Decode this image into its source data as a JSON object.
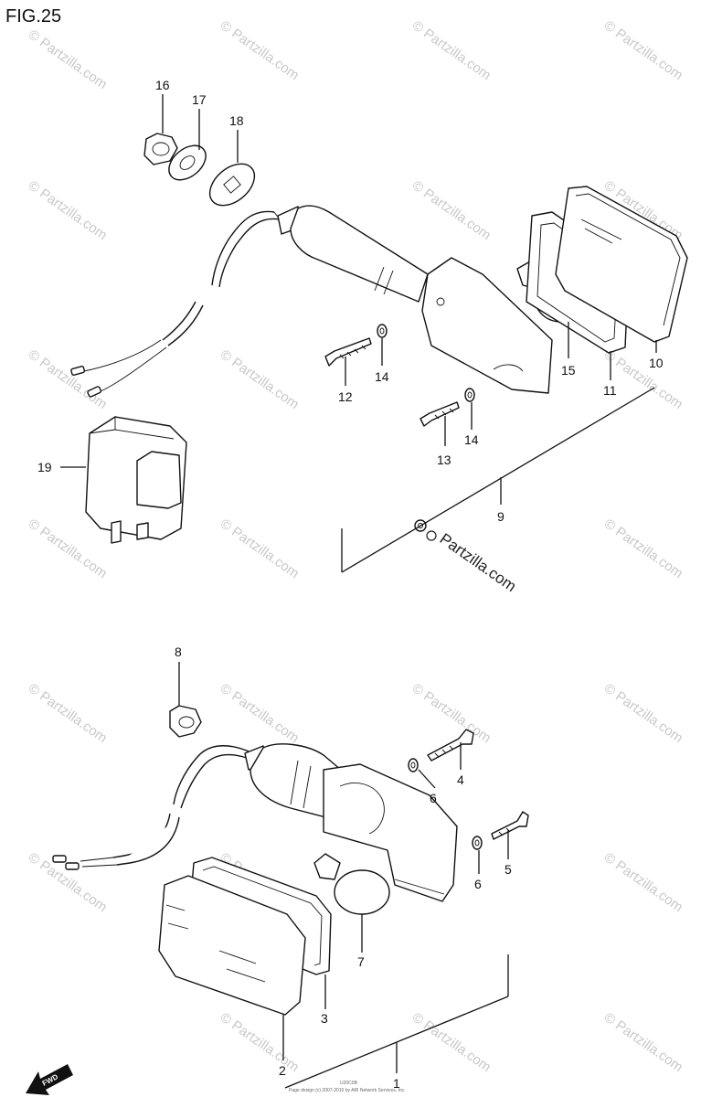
{
  "figure": {
    "title": "FIG.25"
  },
  "callouts": [
    {
      "id": "16",
      "label": "16"
    },
    {
      "id": "17",
      "label": "17"
    },
    {
      "id": "18",
      "label": "18"
    },
    {
      "id": "19",
      "label": "19"
    },
    {
      "id": "12",
      "label": "12"
    },
    {
      "id": "14a",
      "label": "14"
    },
    {
      "id": "15",
      "label": "15"
    },
    {
      "id": "11",
      "label": "11"
    },
    {
      "id": "10",
      "label": "10"
    },
    {
      "id": "13",
      "label": "13"
    },
    {
      "id": "14b",
      "label": "14"
    },
    {
      "id": "9",
      "label": "9"
    },
    {
      "id": "8",
      "label": "8"
    },
    {
      "id": "4",
      "label": "4"
    },
    {
      "id": "6a",
      "label": "6"
    },
    {
      "id": "5",
      "label": "5"
    },
    {
      "id": "6b",
      "label": "6"
    },
    {
      "id": "7",
      "label": "7"
    },
    {
      "id": "3",
      "label": "3"
    },
    {
      "id": "2",
      "label": "2"
    },
    {
      "id": "1",
      "label": "1"
    }
  ],
  "watermark": {
    "text": "© Partzilla.com",
    "center_text": "Partzilla.com"
  },
  "direction_badge": {
    "text": "FWD"
  },
  "footer": {
    "line1": "U20C0B",
    "line2": "Page design (c) 2007-2015 by ARI Network Services, Inc."
  }
}
